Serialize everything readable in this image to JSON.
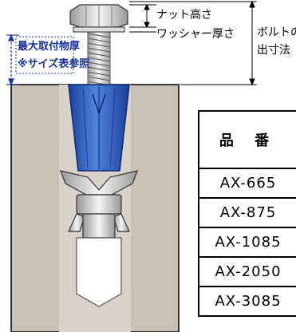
{
  "labels": {
    "nut_height": "ナット高さ",
    "washer_thickness": "ワッシャー厚さ",
    "bolt_line1": "ボルトの",
    "bolt_line2": "出寸法",
    "max_thickness_line1": "最大取付物厚",
    "max_thickness_line2": "※サイズ表参照"
  },
  "table": {
    "header": "品 番",
    "rows": [
      "AX-665",
      "AX-875",
      "AX-1085",
      "AX-2050",
      "AX-3085"
    ]
  },
  "colors": {
    "concrete": "#c9c0b6",
    "sleeve_blue": "#2b5fc0",
    "dimension_blue": "#1a2f9e",
    "bolt_gray": "#c8c8c8"
  }
}
